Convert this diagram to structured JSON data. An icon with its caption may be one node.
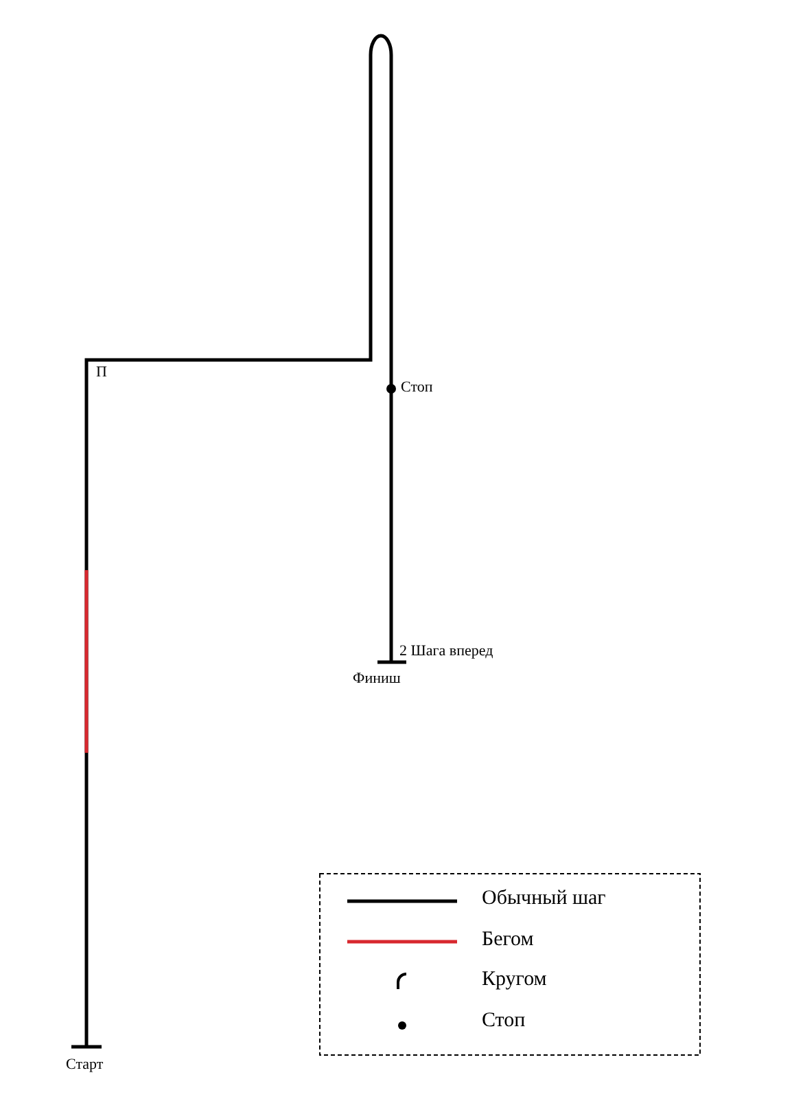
{
  "diagram": {
    "labels": [
      "П",
      "Стоп",
      "2 Шага вперед",
      "Финиш",
      "Старт"
    ],
    "legend": [
      {
        "text": "Обычный шаг"
      },
      {
        "text": "Бегом"
      },
      {
        "text": "Кругом"
      },
      {
        "text": "Стоп"
      }
    ]
  }
}
